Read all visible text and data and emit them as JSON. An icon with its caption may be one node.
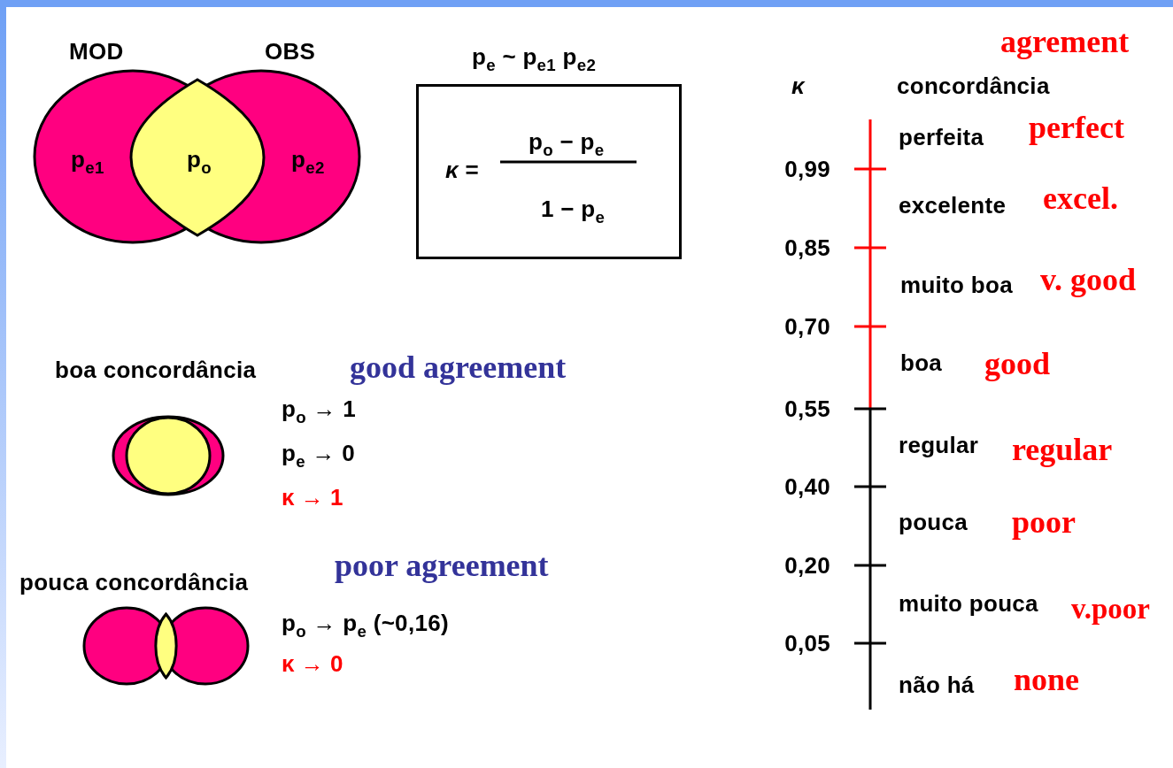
{
  "diagram": {
    "nodes": [
      {
        "text": [
          "MOD",
          "p$_{e1}$"
        ]
      },
      {
        "text": [
          "OBS",
          "p$_{e2}$"
        ]
      },
      {
        "text": [
          "p$_{o}$"
        ]
      },
      {
        "text": [
          "*κ* =",
          "p$_{o}$ − p$_{e}$",
          "1 − p$_{e}$"
        ]
      }
    ],
    "labels": [
      "p$_{e}$ ~ p$_{e1}$ p$_{e2}$",
      "boa concordância",
      "good agreement",
      "p$_{o}$ → 1",
      "p$_{e}$ → 0",
      "κ → 1",
      "pouca concordância",
      "poor agreement",
      "p$_{o}$ → p$_{e}$ (~0,16)",
      "κ → 0",
      "agrement",
      "κ",
      "concordância",
      "perfeita",
      "perfect",
      "0,99",
      "excelente",
      "excel.",
      "0,85",
      "muito boa",
      "v. good",
      "0,70",
      "boa",
      "good",
      "0,55",
      "regular",
      "regular",
      "0,40",
      "pouca",
      "poor",
      "0,20",
      "muito pouca",
      "v.poor",
      "0,05",
      "não há",
      "none"
    ]
  }
}
